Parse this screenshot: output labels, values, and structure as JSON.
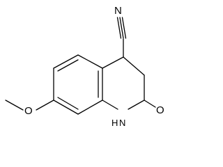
{
  "diagram": {
    "type": "chemical-structure",
    "atoms": {
      "nitrile_n": "N",
      "ketone_o": "O",
      "ring_nh": "H",
      "ring_n": "N",
      "methoxy_o": "O"
    },
    "colors": {
      "background": "#ffffff",
      "bond": "#000000",
      "label": "#000000"
    }
  }
}
